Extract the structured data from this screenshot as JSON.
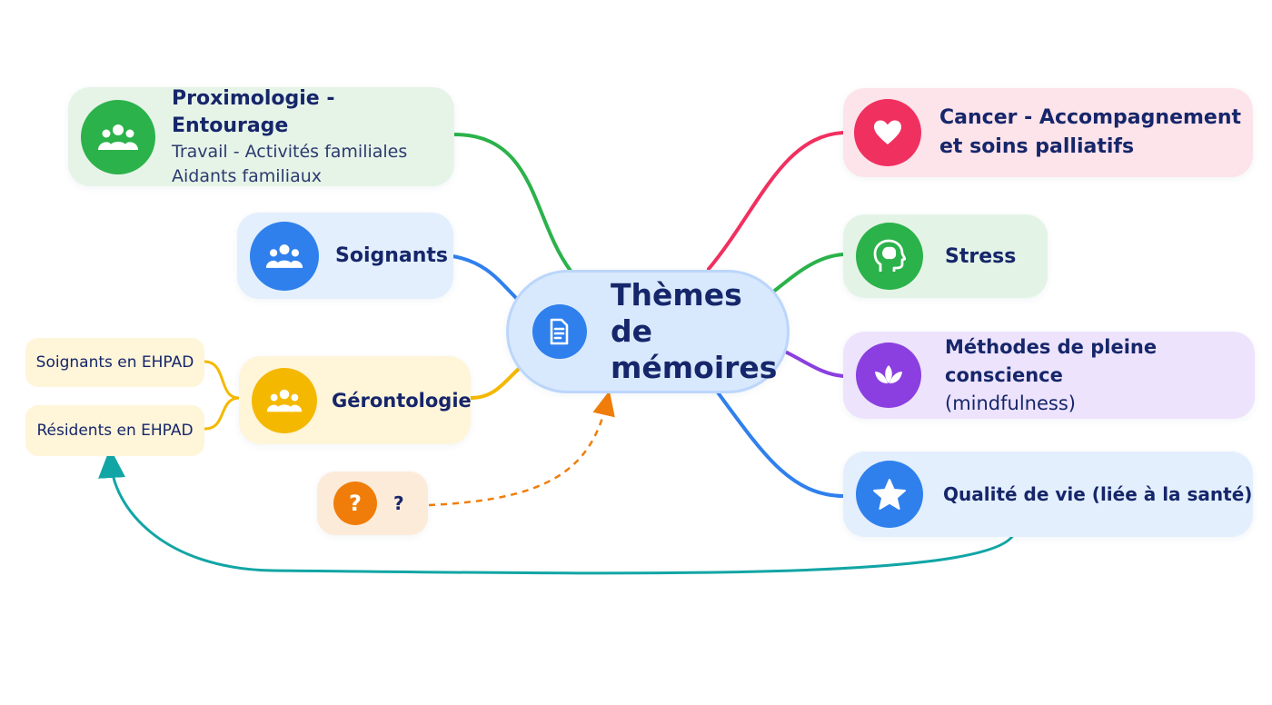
{
  "colors": {
    "green": "#2bb24a",
    "blue": "#2f80ed",
    "yellow": "#f5b800",
    "orange": "#f07d0a",
    "pink": "#f0305f",
    "purple": "#8b3fe0",
    "teal": "#12a5a5"
  },
  "center": {
    "line1": "Thèmes de",
    "line2": "mémoires",
    "icon": "document-icon"
  },
  "left": {
    "proximologie": {
      "title": "Proximologie - Entourage",
      "sub1": "Travail - Activités familiales",
      "sub2": "Aidants familiaux",
      "icon": "people-group-icon"
    },
    "soignants": {
      "title": "Soignants",
      "icon": "people-group-icon"
    },
    "gerontologie": {
      "title": "Gérontologie",
      "icon": "people-group-icon"
    },
    "unknown": {
      "title": "?",
      "icon": "question-icon"
    },
    "leaves": {
      "soignants_ehpad": "Soignants en EHPAD",
      "residents_ehpad": "Résidents en EHPAD"
    }
  },
  "right": {
    "cancer": {
      "line1": "Cancer - Accompagnement",
      "line2": "et soins palliatifs",
      "icon": "heart-icon"
    },
    "stress": {
      "title": "Stress",
      "icon": "brain-head-icon"
    },
    "mindfulness": {
      "line1": "Méthodes de pleine conscience",
      "line2": "(mindfulness)",
      "icon": "lotus-icon"
    },
    "qualite": {
      "title": "Qualité de vie (liée à la santé)",
      "icon": "star-icon"
    }
  }
}
